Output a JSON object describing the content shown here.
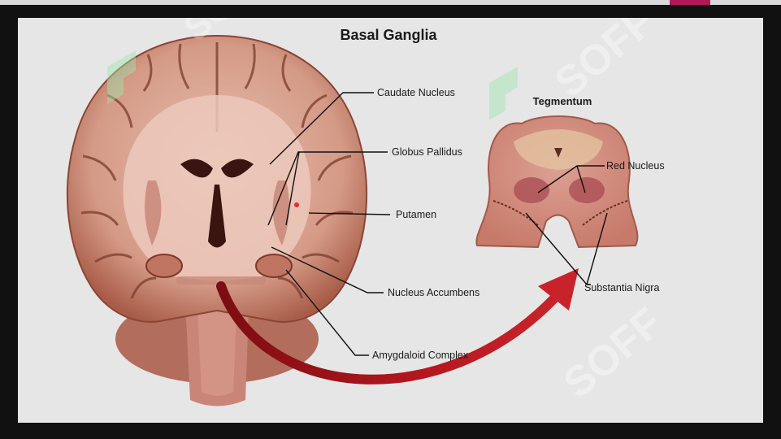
{
  "diagram": {
    "title": "Basal Ganglia",
    "subtitle": "Tegmentum",
    "labels": {
      "caudate": "Caudate Nucleus",
      "globus": "Globus Pallidus",
      "putamen": "Putamen",
      "accumbens": "Nucleus Accumbens",
      "amygdala": "Amygdaloid Complex",
      "red_nucleus": "Red Nucleus",
      "substantia": "Substantia Nigra"
    },
    "watermark": "SOFF"
  },
  "colors": {
    "frame": "#111111",
    "background": "#e6e6e6",
    "accent": "#b0185a",
    "brain_cortex": "#b86a55",
    "brain_white_matter": "#e9c2b4",
    "arrow": "#a8141c",
    "watermark": "#ffffff"
  }
}
